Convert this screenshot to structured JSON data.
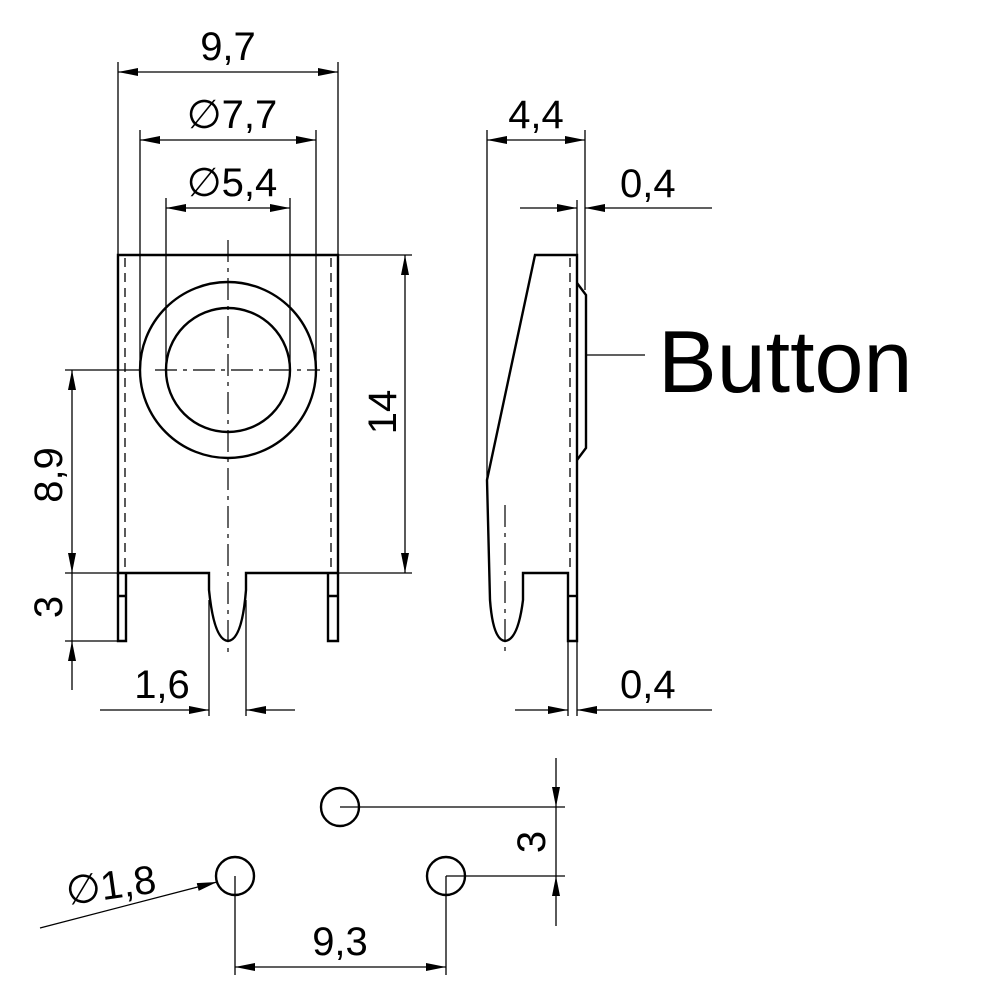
{
  "dimensions": {
    "width_total": "9,7",
    "outer_diameter": "∅7,7",
    "inner_diameter": "∅5,4",
    "height": "14",
    "center_height": "8,9",
    "pin_length": "3",
    "pin_width": "1,6",
    "depth": "4,4",
    "button_offset": "0,4",
    "pin_thickness": "0,4",
    "hole_spacing_vertical": "3",
    "hole_spacing_horizontal": "9,3",
    "hole_diameter": "∅1,8"
  },
  "labels": {
    "button": "Button"
  }
}
